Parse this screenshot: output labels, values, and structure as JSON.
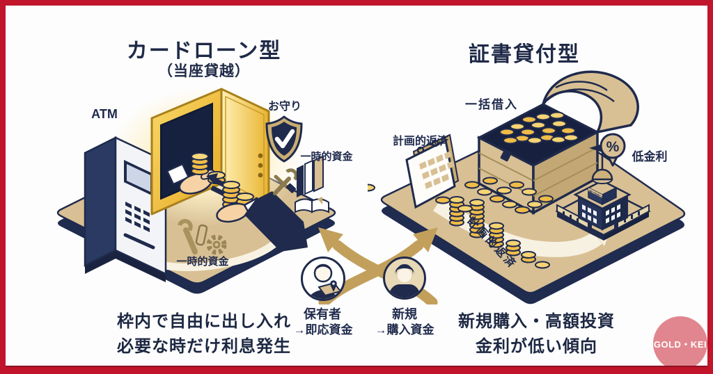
{
  "colors": {
    "frame_red": "#c0152b",
    "frame_red_dark": "#8e1124",
    "navy": "#1f2a4c",
    "platform_tan": "#d8c094",
    "coin_gold": "#f0bc49",
    "door_gold": "#f5c63f",
    "arrow_gold": "#c2a05c",
    "path_cream": "#f7f1e2",
    "logo_pink": "#e1868e"
  },
  "left_panel": {
    "title": "カードローン型",
    "subtitle": "（当座貸越）",
    "labels": {
      "atm": "ATM",
      "omamori": "お守り",
      "temp_funds_right": "一時的資金",
      "temp_funds_bottom": "一時的資金"
    },
    "caption": [
      "枠内で自由に出し入れ",
      "必要な時だけ利息発生"
    ]
  },
  "right_panel": {
    "title": "証書貸付型",
    "labels": {
      "lump_borrowing": "一括借入",
      "planned_repayment": "計画的返済",
      "planned_repayment_path": "計画的返済",
      "low_interest": "低金利",
      "percent": "%",
      "bank_sign": "MILITARY BANK"
    },
    "caption": [
      "新規購入・高額投資",
      "金利が低い傾向"
    ]
  },
  "center": {
    "holder_label": "保有者",
    "holder_result": "→即応資金",
    "new_label": "新規",
    "new_result": "→購入資金"
  },
  "logo": {
    "text": "GOLD・KEI"
  }
}
